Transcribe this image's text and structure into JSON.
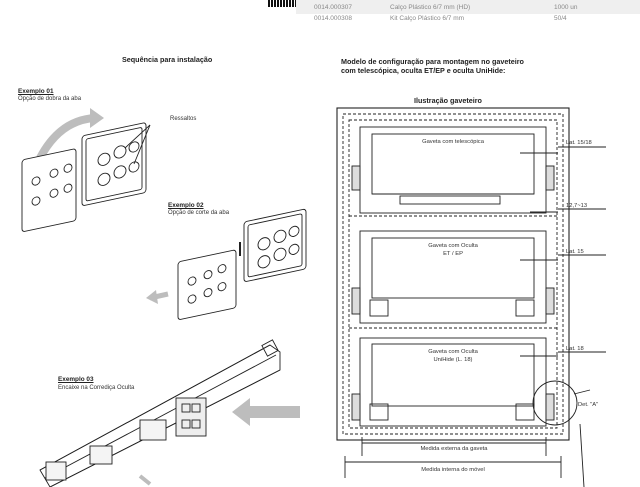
{
  "table": {
    "rows": [
      {
        "code": "0014.000307",
        "desc": "Calço Plástico 6/7 mm (HD)",
        "qty": "1000 un"
      },
      {
        "code": "0014.000308",
        "desc": "Kit Calço Plástico 6/7 mm",
        "qty": "50/4"
      }
    ]
  },
  "left": {
    "title": "Sequência para instalação",
    "ex1_title": "Exemplo 01",
    "ex1_sub": "Opção de dobra da aba",
    "ressaltos": "Ressaltos",
    "ex2_title": "Exemplo 02",
    "ex2_sub": "Opção de corte da aba",
    "ex3_title": "Exemplo 03",
    "ex3_sub": "Encaixe na Corrediça Oculta"
  },
  "right": {
    "title_l1": "Modelo de configuração para montagem no gaveteiro",
    "title_l2": "com telescópica, oculta ET/EP e oculta UniHide:",
    "illus": "Ilustração gaveteiro",
    "drawer1": "Gaveta com telescópica",
    "drawer2_l1": "Gaveta com Oculta",
    "drawer2_l2": "ET / EP",
    "drawer3_l1": "Gaveta com Oculta",
    "drawer3_l2": "UniHide (L. 18)",
    "lat1": "Lat. 15/18",
    "gap": "12,7~13",
    "lat2": "Lat. 15",
    "lat3": "Lat. 18",
    "det": "Det. \"A\"",
    "ext": "Medida externa da gaveta",
    "int": "Medida interna do móvel"
  }
}
